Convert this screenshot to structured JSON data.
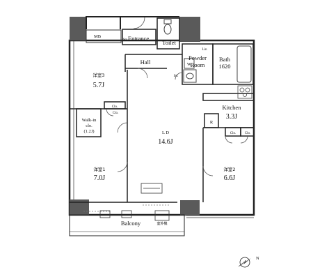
{
  "rooms": {
    "mb": "MB",
    "entrance": "Entrance",
    "toilet": "Toilet",
    "hall": "Hall",
    "powder_room_line1": "Powder",
    "powder_room_line2": "Room",
    "bath_line1": "Bath",
    "bath_line2": "1620",
    "western3_name": "洋室3",
    "western3_size": "5.7J",
    "kitchen_name": "Kitchen",
    "kitchen_size": "3.3J",
    "walkin_line1": "Walk-in",
    "walkin_line2": "clo.",
    "walkin_line3": "(1.2J)",
    "ld_name": "L D",
    "ld_size": "14.6J",
    "western1_name": "洋室1",
    "western1_size": "7.0J",
    "western2_name": "洋室2",
    "western2_size": "6.6J",
    "balcony": "Balcony"
  },
  "fixtures": {
    "clo_w3": "Clo.",
    "clo_k1": "Clo.",
    "clo_k2": "Clo.",
    "clo_lower": "Clo.",
    "washer": "W",
    "str_entrance": "Str.",
    "str_hall": "Str.",
    "lin": "Lin",
    "refrigerator": "R",
    "outdoor_unit_tag": "室外機"
  },
  "compass": {
    "north_label": "N"
  }
}
